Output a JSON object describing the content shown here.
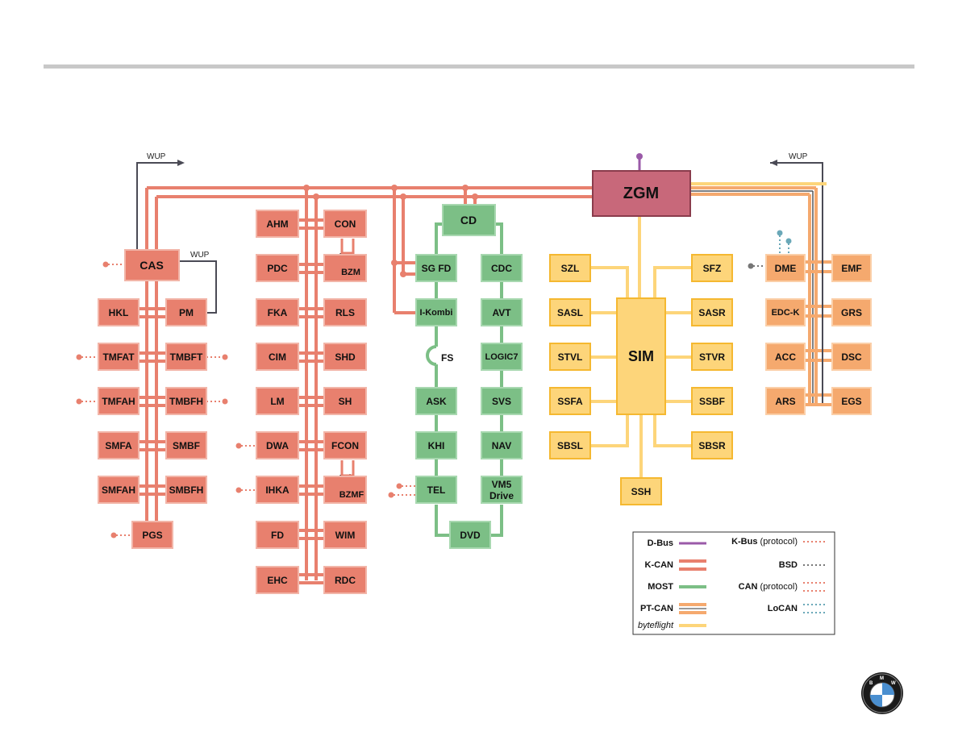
{
  "wup": "WUP",
  "modules": {
    "zgm": "ZGM",
    "cd": "CD",
    "cas": "CAS",
    "sim": "SIM",
    "hkl": "HKL",
    "pm": "PM",
    "tmfat": "TMFAT",
    "tmbft": "TMBFT",
    "tmfah": "TMFAH",
    "tmbfh": "TMBFH",
    "smfa": "SMFA",
    "smbf": "SMBF",
    "smfah": "SMFAH",
    "smbfh": "SMBFH",
    "pgs": "PGS",
    "ahm": "AHM",
    "con": "CON",
    "pdc": "PDC",
    "bzm": "BZM",
    "fka": "FKA",
    "rls": "RLS",
    "cim": "CIM",
    "shd": "SHD",
    "lm": "LM",
    "sh": "SH",
    "dwa": "DWA",
    "fcon": "FCON",
    "ihka": "IHKA",
    "bzmf": "BZMF",
    "fd": "FD",
    "wim": "WIM",
    "ehc": "EHC",
    "rdc": "RDC",
    "sgfd": "SG FD",
    "cdc": "CDC",
    "ikombi": "I-Kombi",
    "avt": "AVT",
    "fs": "FS",
    "logic7": "LOGIC7",
    "ask": "ASK",
    "svs": "SVS",
    "khi": "KHI",
    "nav": "NAV",
    "tel": "TEL",
    "vm5a": "VM5",
    "vm5b": "Drive",
    "dvd": "DVD",
    "szl": "SZL",
    "sfz": "SFZ",
    "sasl": "SASL",
    "sasr": "SASR",
    "stvl": "STVL",
    "stvr": "STVR",
    "ssfa": "SSFA",
    "ssbf": "SSBF",
    "sbsl": "SBSL",
    "sbsr": "SBSR",
    "ssh": "SSH",
    "dme": "DME",
    "emf": "EMF",
    "edck": "EDC-K",
    "grs": "GRS",
    "acc": "ACC",
    "dsc": "DSC",
    "ars": "ARS",
    "egs": "EGS"
  },
  "legend": {
    "dbus": "D-Bus",
    "kcan": "K-CAN",
    "most": "MOST",
    "ptcan": "PT-CAN",
    "byteflight": "byteflight",
    "kbus": "K-Bus",
    "kbus_note": "(protocol)",
    "bsd": "BSD",
    "can": "CAN",
    "can_note": "(protocol)",
    "locan": "LoCAN"
  },
  "colors": {
    "kcan": "#e8806e",
    "most": "#7cbf86",
    "byteflight": "#fdd57a",
    "ptcan": "#f5a96e",
    "dbus": "#9a5aa8",
    "zgm": "#c8687a"
  }
}
